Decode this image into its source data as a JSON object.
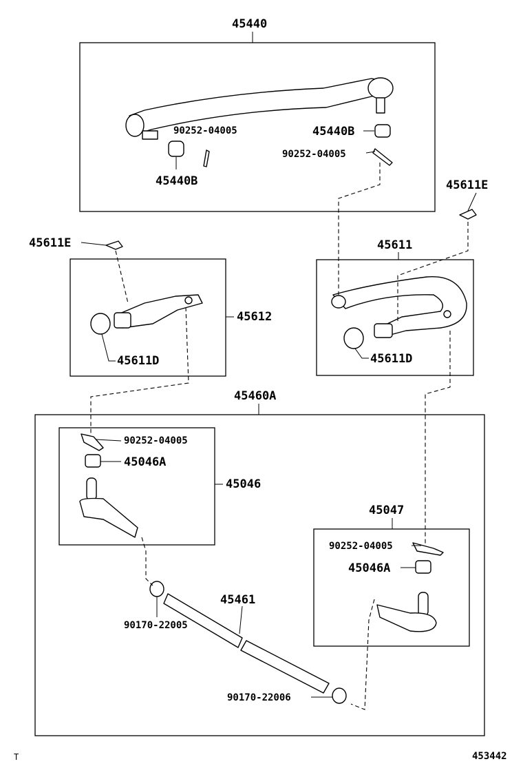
{
  "groups": {
    "drag_link": "45440",
    "arm_left": "45612",
    "arm_right": "45611",
    "tie_rod_assy": "45460A",
    "end_left": "45046",
    "end_right": "45047",
    "tube": "45461"
  },
  "parts": {
    "cotter_pin_a": "90252-04005",
    "cotter_pin_b": "90252-04005",
    "cotter_pin_c": "90252-04005",
    "cotter_pin_d": "90252-04005",
    "bushing_a": "45440B",
    "bushing_b": "45440B",
    "nut_a": "45046A",
    "nut_b": "45046A",
    "key_a": "45611E",
    "key_b": "45611E",
    "seal_a": "45611D",
    "seal_b": "45611D",
    "clamp_a": "90170-22005",
    "clamp_b": "90170-22006"
  },
  "footer": {
    "left_mark": "T",
    "diagram_code": "453442"
  }
}
